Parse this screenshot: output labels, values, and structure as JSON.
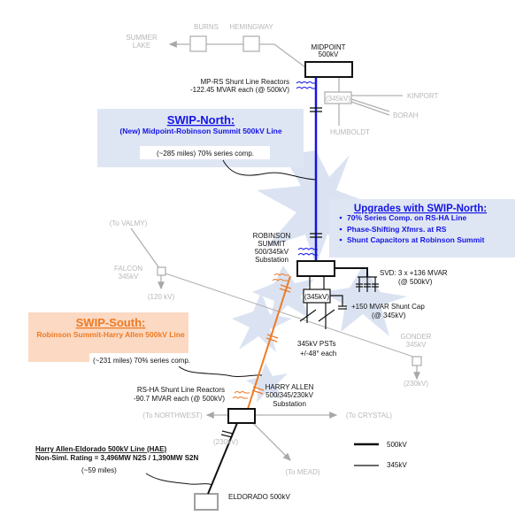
{
  "colors": {
    "swip_north": "#1414e6",
    "swip_south": "#ee7a22",
    "existing": "#111111",
    "external": "#b0b0b0",
    "north_panel": "#dfe6f3",
    "south_panel": "#fbd9c3"
  },
  "nodes": {
    "summer_lake": [
      "SUMMER",
      "LAKE"
    ],
    "burns": "BURNS",
    "hemingway": "HEMINGWAY",
    "midpoint": [
      "MIDPOINT",
      "500kV"
    ],
    "midpoint_345": "(345kV)",
    "kinport": "KINPORT",
    "borah": "BORAH",
    "humboldt": "HUMBOLDT",
    "robinson_summit": [
      "ROBINSON",
      "SUMMIT",
      "500/345kV",
      "Substation"
    ],
    "rs_345": "(345kV)",
    "to_valmy": "(To VALMY)",
    "falcon": [
      "FALCON",
      "345kV"
    ],
    "falcon_120": "(120 kV)",
    "gonder": [
      "GONDER",
      "345kV"
    ],
    "gonder_230": "(230kV)",
    "harry_allen": [
      "HARRY ALLEN",
      "500/345/230kV",
      "Substation"
    ],
    "ha_230": "(230kV)",
    "to_northwest": "(To NORTHWEST)",
    "to_crystal": "(To CRYSTAL)",
    "to_mead": "(To MEAD)",
    "eldorado": "ELDORADO 500kV"
  },
  "annotations": {
    "mp_rs_reactors": [
      "MP-RS Shunt Line Reactors",
      "-122.45 MVAR each (@ 500kV)"
    ],
    "svd": [
      "SVD: 3 x +136 MVAR",
      "(@ 500kV)"
    ],
    "shunt_cap": [
      "+150 MVAR Shunt Cap",
      "(@ 345kV)"
    ],
    "psts": [
      "345kV PSTs",
      "+/-48° each"
    ],
    "rs_ha_reactors": [
      "RS-HA Shunt Line Reactors",
      "-90.7 MVAR each (@ 500kV)"
    ]
  },
  "swip_north": {
    "title": "SWIP-North:",
    "subtitle": "(New) Midpoint-Robinson Summit 500kV Line",
    "note": "(~285 miles)  70% series comp."
  },
  "upgrades": {
    "title": "Upgrades with SWIP-North:",
    "items": [
      "70% Series Comp. on RS-HA Line",
      "Phase-Shifting Xfmrs. at RS",
      "Shunt Capacitors at Robinson Summit"
    ]
  },
  "swip_south": {
    "title": "SWIP-South:",
    "subtitle": "Robinson Summit-Harry Allen 500kV Line",
    "note": "(~231 miles)  70% series comp."
  },
  "hae": {
    "title": "Harry Allen-Eldorado 500kV Line (HAE)",
    "rating": "Non-Siml. Rating = 3,496MW N2S / 1,390MW S2N",
    "note": "(~59 miles)"
  },
  "legend": [
    {
      "label": "500kV"
    },
    {
      "label": "345kV"
    }
  ]
}
